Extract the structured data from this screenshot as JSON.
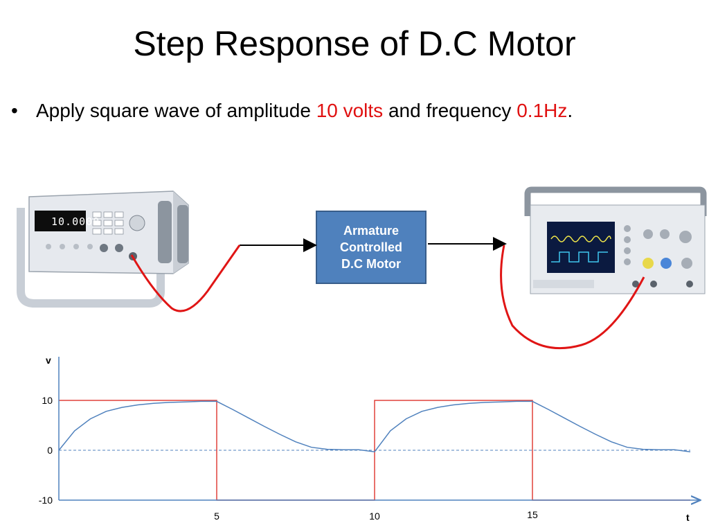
{
  "slide": {
    "title": "Step Response of D.C Motor",
    "bullet": {
      "prefix": "Apply square wave of amplitude ",
      "amplitude": "10 volts",
      "middle": " and frequency ",
      "frequency": "0.1Hz",
      "suffix": "."
    },
    "motor_box": {
      "line1": "Armature",
      "line2": "Controlled",
      "line3": "D.C Motor"
    },
    "colors": {
      "input_wave": "#e0403a",
      "response_curve": "#4f81bd",
      "box_fill": "#4f81bd",
      "highlight": "#e01010"
    },
    "icons": {
      "left_device": "function-generator-icon",
      "right_device": "oscilloscope-icon"
    },
    "device_text": {
      "generator_display": "10.0000"
    }
  },
  "chart_data": {
    "type": "line",
    "xlabel": "t",
    "ylabel": "v",
    "x_ticks": [
      "5",
      "10",
      "15"
    ],
    "y_ticks": [
      "10",
      "0",
      "-10"
    ],
    "xlim": [
      0,
      20
    ],
    "ylim": [
      -10,
      10
    ],
    "series": [
      {
        "x": [
          0,
          5,
          5,
          10,
          10,
          15,
          15,
          20
        ],
        "y": [
          10,
          10,
          -10,
          -10,
          10,
          10,
          -10,
          -10
        ]
      },
      {
        "x": [
          0,
          0.5,
          1,
          1.5,
          2,
          2.5,
          3,
          3.5,
          4,
          4.5,
          5,
          5.5,
          6,
          6.5,
          7,
          7.5,
          8,
          8.5,
          9,
          9.5,
          10,
          10.5,
          11,
          11.5,
          12,
          12.5,
          13,
          13.5,
          14,
          14.5,
          15,
          15.5,
          16,
          16.5,
          17,
          17.5,
          18,
          18.5,
          19,
          19.5,
          20
        ],
        "y": [
          0,
          3.9,
          6.3,
          7.8,
          8.6,
          9.1,
          9.4,
          9.6,
          9.7,
          9.8,
          9.8,
          8.2,
          6.5,
          4.8,
          3.2,
          1.7,
          0.6,
          0.2,
          0.1,
          0.1,
          -0.3,
          3.9,
          6.3,
          7.8,
          8.6,
          9.1,
          9.4,
          9.6,
          9.7,
          9.8,
          9.8,
          8.2,
          6.5,
          4.8,
          3.2,
          1.7,
          0.6,
          0.2,
          0.1,
          0.1,
          -0.3
        ]
      }
    ],
    "reference_line": {
      "y": 0,
      "style": "dashed"
    }
  }
}
